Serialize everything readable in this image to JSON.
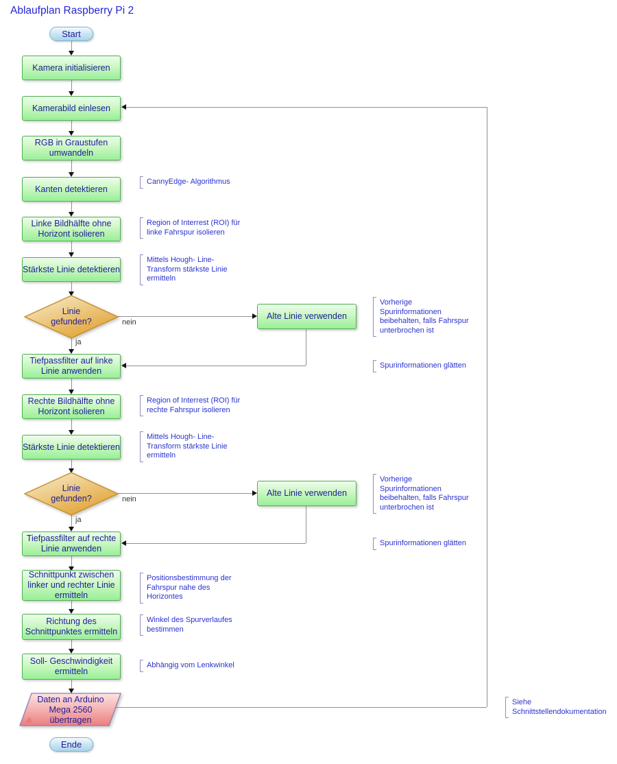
{
  "title": "Ablaufplan Raspberry Pi 2",
  "nodes": {
    "start": {
      "label": "Start"
    },
    "init_camera": {
      "label": "Kamera initialisieren"
    },
    "read_image": {
      "label": "Kamerabild einlesen"
    },
    "rgb_to_gray": {
      "label": "RGB in Graustufen\numwandeln"
    },
    "detect_edges": {
      "label": "Kanten detektieren"
    },
    "left_half": {
      "label": "Linke Bildhälfte ohne\nHorizont isolieren"
    },
    "strongest_line_left": {
      "label": "Stärkste Linie detektieren"
    },
    "decision_left": {
      "label": "Linie\ngefunden?"
    },
    "old_line_left": {
      "label": "Alte Linie verwenden"
    },
    "lowpass_left": {
      "label": "Tiefpassfilter auf linke\nLinie anwenden"
    },
    "right_half": {
      "label": "Rechte Bildhälfte ohne\nHorizont isolieren"
    },
    "strongest_line_right": {
      "label": "Stärkste Linie detektieren"
    },
    "decision_right": {
      "label": "Linie\ngefunden?"
    },
    "old_line_right": {
      "label": "Alte Linie verwenden"
    },
    "lowpass_right": {
      "label": "Tiefpassfilter auf rechte\nLinie anwenden"
    },
    "intersection": {
      "label": "Schnittpunkt zwischen\nlinker und rechter Linie\nermitteln"
    },
    "direction": {
      "label": "Richtung des\nSchnittpunktes ermitteln"
    },
    "target_speed": {
      "label": "Soll- Geschwindigkeit\nermitteln"
    },
    "transfer": {
      "label": "Daten an Arduino\nMega 2560\nübertragen",
      "connector": "A"
    },
    "end": {
      "label": "Ende"
    }
  },
  "edge_labels": {
    "yes": "ja",
    "no": "nein"
  },
  "annotations": {
    "canny": "CannyEdge- Algorithmus",
    "roi_left": "Region of Interrest (ROI) für\nlinke Fahrspur isolieren",
    "hough_left": "Mittels Hough- Line-\nTransform stärkste Linie\nermitteln",
    "keep_left": "Vorherige\nSpurinformationen\nbeibehalten, falls Fahrspur\nunterbrochen ist",
    "smooth_left": "Spurinformationen glätten",
    "roi_right": "Region of Interrest (ROI) für\nrechte Fahrspur isolieren",
    "hough_right": "Mittels Hough- Line-\nTransform stärkste Linie\nermitteln",
    "keep_right": "Vorherige\nSpurinformationen\nbeibehalten, falls Fahrspur\nunterbrochen ist",
    "smooth_right": "Spurinformationen glätten",
    "position": "Positionsbestimmung der\nFahrspur nahe des\nHorizontes",
    "angle": "Winkel des Spurverlaufes\nbestimmen",
    "lenkwinkel": "Abhängig vom Lenkwinkel",
    "interface_doc": "Siehe\nSchnittstellendokumentation"
  },
  "colors": {
    "title_text": "#2525d6",
    "node_text": "#1d1d99",
    "process_fill_top": "#ecfdeb",
    "process_fill_bottom": "#98ef98",
    "process_border": "#4fae4f",
    "terminator_fill_top": "#f3fafd",
    "terminator_fill_bottom": "#abd3e8",
    "terminator_border": "#7fb0cb",
    "decision_fill_top": "#f8efd3",
    "decision_fill_bottom": "#e1a232",
    "decision_border": "#c28e2e",
    "io_fill_top": "#fde3e3",
    "io_fill_bottom": "#ec7f7f",
    "io_border": "#8f7fae",
    "annotation_text": "#2a32cf",
    "annotation_bracket": "#8c8cc4",
    "connector_line": "#8f8f8f",
    "arrowhead": "#141414",
    "branch_label_text": "#333333"
  }
}
